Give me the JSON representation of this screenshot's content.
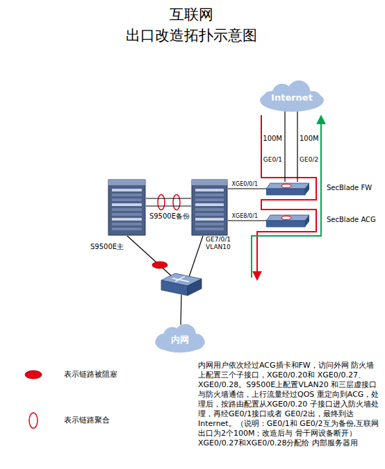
{
  "diagram": {
    "title": "互联网 出口改造拓扑示意图",
    "nodes": [
      {
        "text": [
          "Internet"
        ]
      },
      {
        "text": [
          "S9500E主"
        ]
      },
      {
        "text": [
          "S9500E备份"
        ]
      },
      {
        "text": [
          "SecBlade FW"
        ]
      },
      {
        "text": [
          "SecBlade ACG"
        ]
      },
      {
        "text": [
          "内网"
        ]
      }
    ],
    "edges": [
      {
        "from": 0,
        "to": 3,
        "arrow": "none",
        "label": "100M"
      },
      {
        "from": 0,
        "to": 3,
        "arrow": "none",
        "label": "100M"
      },
      {
        "from": 1,
        "to": 2,
        "arrow": "none"
      },
      {
        "from": 2,
        "to": 3,
        "arrow": "none",
        "label": "XGE0/0/1"
      },
      {
        "from": 2,
        "to": 4,
        "arrow": "none",
        "label": "XGE8/0/1"
      }
    ],
    "labels": [
      "GE0/1",
      "GE0/2",
      "GE7/0/1",
      "VLAN10",
      "内网用户依次经过ACG插卡和FW，访问外网 防火墙上配置三个子接口，XGE0/0.20和 XGE0/0.27、XGE0/0.28。S9500E上配置VLAN20 和三层虚接口与防火墙通信，上行流量经过QOS 重定向到ACG，处理后，按路由配置从XGE0/0.20 子接口进入防火墙处理，再经GE0/1接口或者 GE0/2出，最终到达Internet。（说明：GE0/1和 GE0/2互为备份,互联网出口为2个100M；改造后与 骨干网设备断开）XGE0/0.27和XGE0/0.28分配给 内部服务器用"
    ],
    "legend": [
      {
        "text": "表示链路被阻塞",
        "color": "#e60012"
      },
      {
        "text": "表示链路聚合"
      }
    ]
  }
}
